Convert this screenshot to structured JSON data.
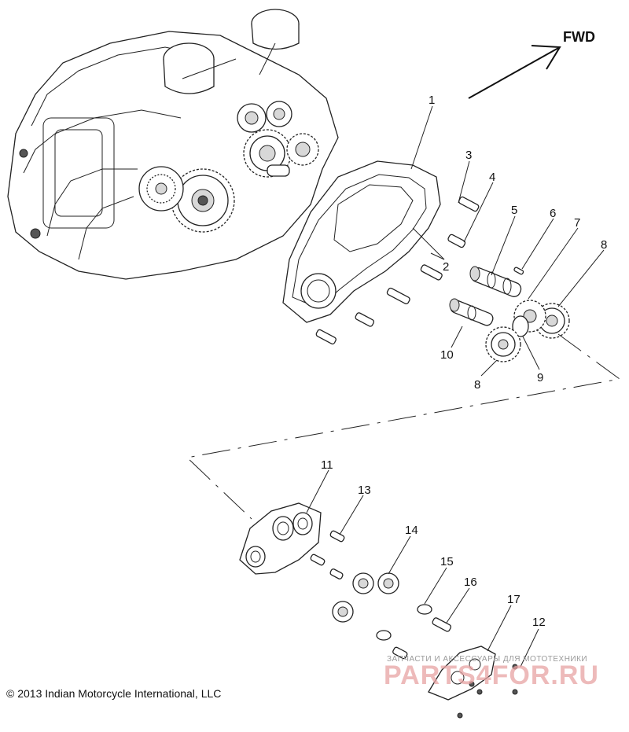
{
  "direction_label": "FWD",
  "callouts": {
    "c1": "1",
    "c2": "2",
    "c3": "3",
    "c4": "4",
    "c5": "5",
    "c6": "6",
    "c7": "7",
    "c8a": "8",
    "c8b": "8",
    "c9": "9",
    "c10": "10",
    "c11": "11",
    "c12": "12",
    "c13": "13",
    "c14": "14",
    "c15": "15",
    "c16": "16",
    "c17": "17"
  },
  "copyright": "2013 Indian Motorcycle International, LLC",
  "copyright_symbol": "©",
  "watermark": {
    "tagline": "ЗАПЧАСТИ И АКСЕССУАРЫ ДЛЯ МОТОТЕХНИКИ",
    "brand": "PARTS4FOR.RU"
  }
}
